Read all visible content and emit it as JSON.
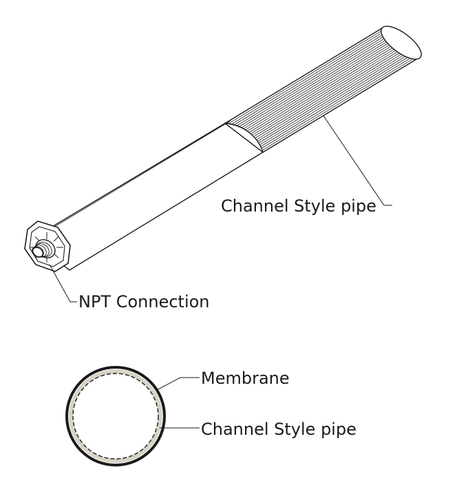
{
  "labels": {
    "channel_pipe_top": "Channel Style pipe",
    "npt_connection": "NPT Connection",
    "membrane": "Membrane",
    "channel_pipe_bottom": "Channel Style pipe"
  },
  "colors": {
    "line": "#1a1a1a",
    "membrane_fill": "#d8d3c6",
    "background": "#ffffff"
  }
}
